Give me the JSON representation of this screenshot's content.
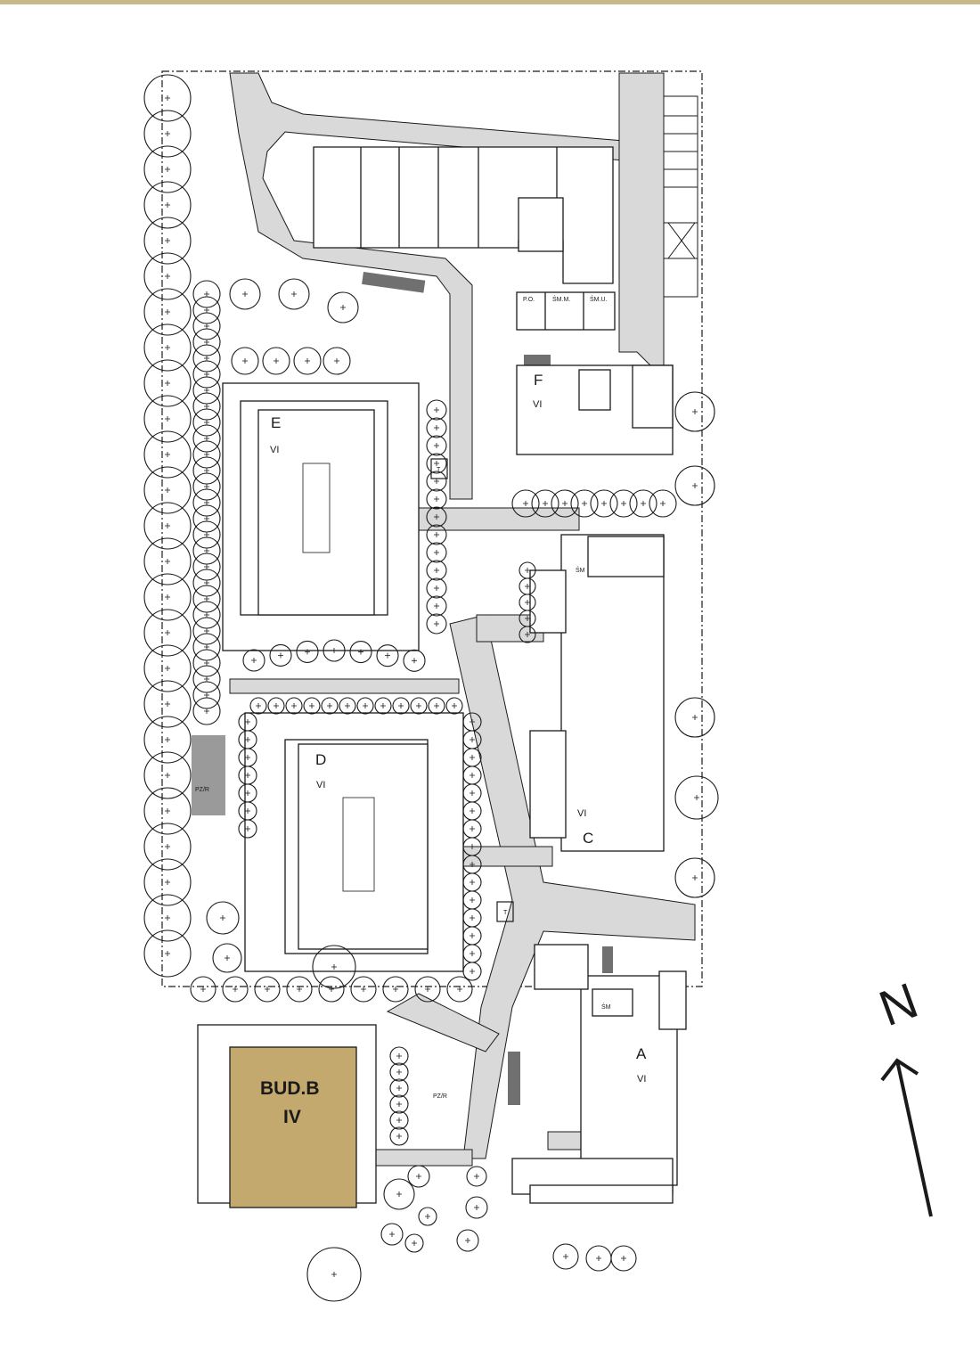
{
  "colors": {
    "top_rule": "#c9b98a",
    "path_fill": "#d9d9d9",
    "highlight_fill": "#c4a96f",
    "line": "#1a1a1a",
    "dark_block": "#707070"
  },
  "buildings": [
    {
      "id": "A",
      "name": "A",
      "level": "VI"
    },
    {
      "id": "B",
      "name": "BUD.B",
      "level": "IV",
      "highlighted": true
    },
    {
      "id": "C",
      "name": "C",
      "level": "VI"
    },
    {
      "id": "D",
      "name": "D",
      "level": "VI"
    },
    {
      "id": "E",
      "name": "E",
      "level": "VI"
    },
    {
      "id": "F",
      "name": "F",
      "level": "VI"
    }
  ],
  "facility_labels": [
    "P.O.",
    "ŚM.M.",
    "ŚM.U.",
    "ŚM",
    "ŚM",
    "PZ/R",
    "PZ/R",
    "T",
    "T"
  ],
  "north_label": "N",
  "north_icon": "north-arrow-icon"
}
